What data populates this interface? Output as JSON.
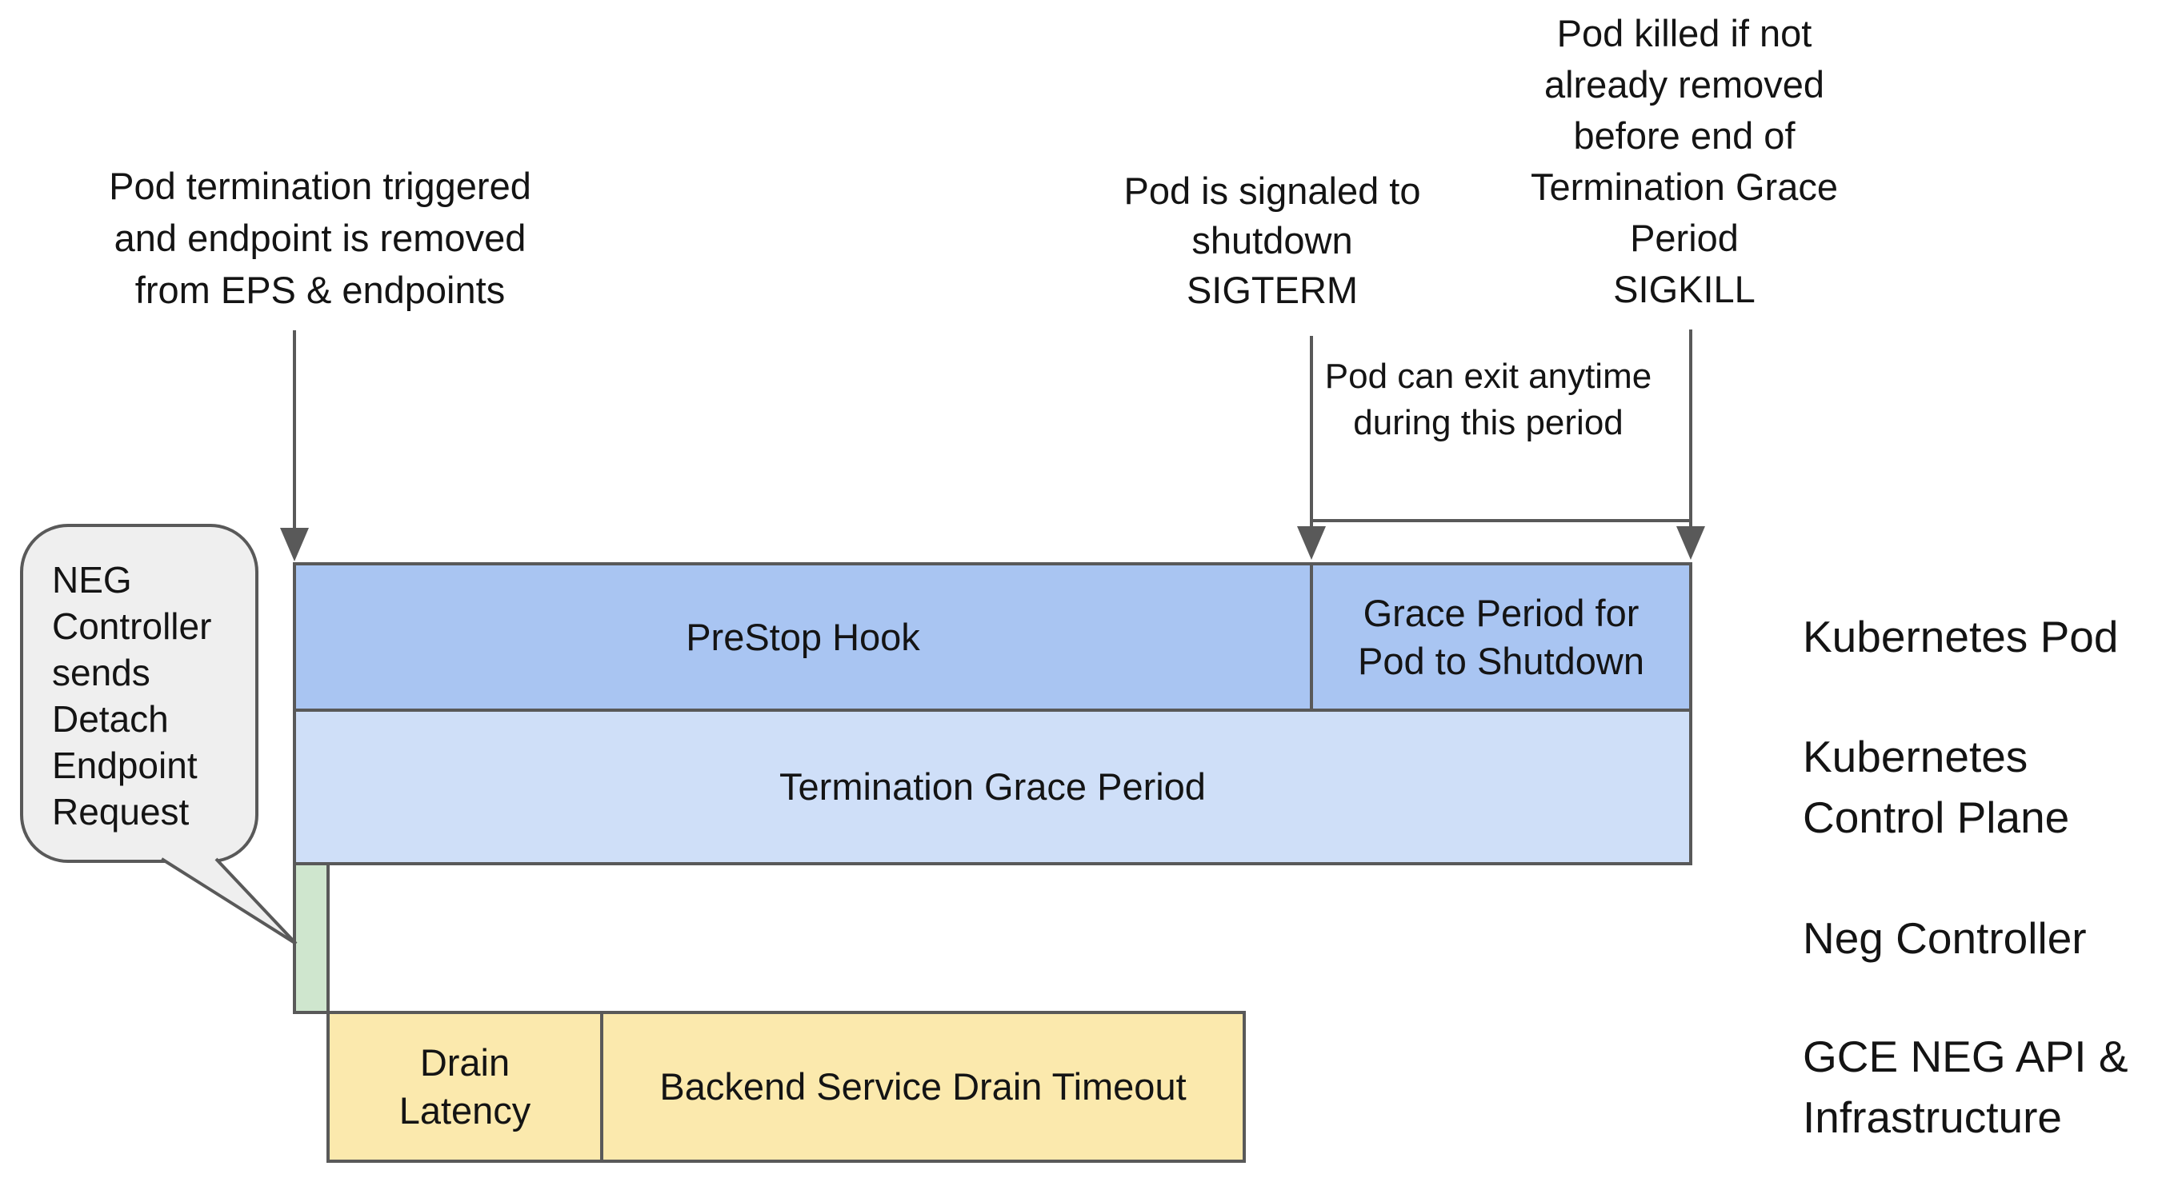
{
  "colors": {
    "line": "#595959",
    "bar_blue": "#a9c5f2",
    "bar_light_blue": "#cfdff8",
    "bar_green": "#cfe6ce",
    "bar_yellow": "#fbe9ad",
    "bubble_fill": "#efefef",
    "text": "#141414"
  },
  "annotations": {
    "pod_termination": "Pod termination triggered\nand endpoint is removed\nfrom EPS & endpoints",
    "sigterm": "Pod is signaled to\nshutdown\nSIGTERM",
    "sigkill": "Pod killed if not\nalready removed\nbefore end of\nTermination Grace\nPeriod\nSIGKILL",
    "exit_anytime": "Pod can exit anytime\nduring this period",
    "neg_bubble": "NEG\nController\nsends\nDetach\nEndpoint\nRequest"
  },
  "bars": {
    "prestop": "PreStop Hook",
    "grace": "Grace Period for\nPod to Shutdown",
    "termination": "Termination Grace Period",
    "drain_latency": "Drain\nLatency",
    "backend_drain": "Backend Service Drain Timeout"
  },
  "rows": {
    "kubernetes_pod": "Kubernetes Pod",
    "control_plane": "Kubernetes\nControl Plane",
    "neg_controller": "Neg Controller",
    "gce": "GCE NEG API &\nInfrastructure"
  }
}
